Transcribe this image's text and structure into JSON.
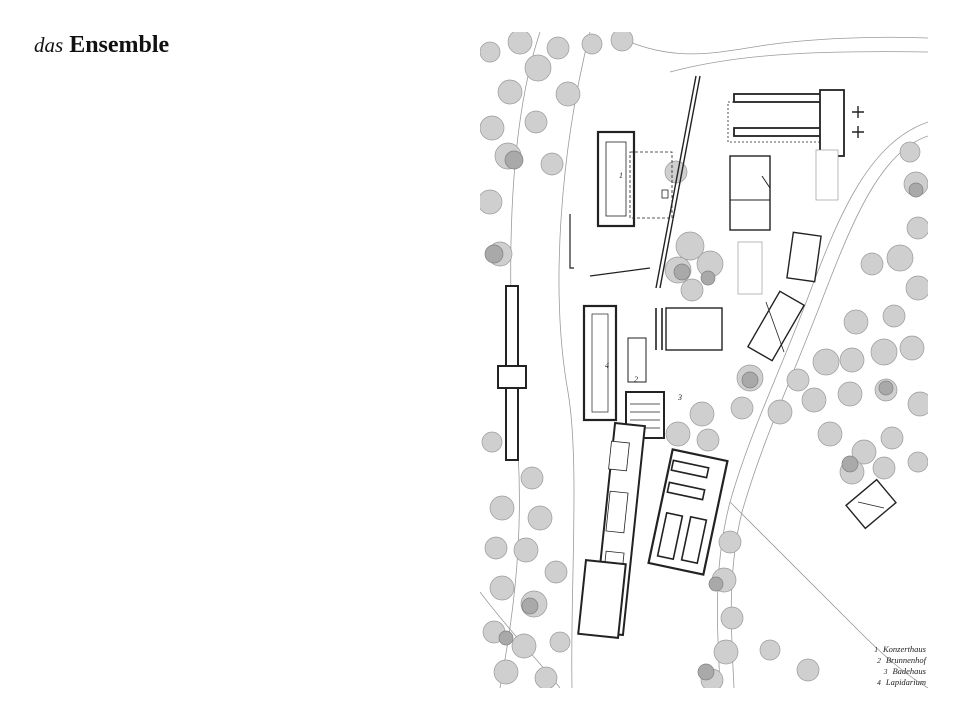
{
  "heading": {
    "prefix": "das",
    "main": "Ensemble"
  },
  "plan": {
    "building_numbers": [
      "1",
      "2",
      "3",
      "4"
    ],
    "legend": [
      {
        "num": "1",
        "label": "Konzerthaus"
      },
      {
        "num": "2",
        "label": "Brunnenhof"
      },
      {
        "num": "3",
        "label": "Badehaus"
      },
      {
        "num": "4",
        "label": "Lapidarium"
      }
    ]
  },
  "colors": {
    "ink": "#222222",
    "tree": "#b9b9b9",
    "tree_dark": "#9a9a9a",
    "background": "#ffffff"
  }
}
